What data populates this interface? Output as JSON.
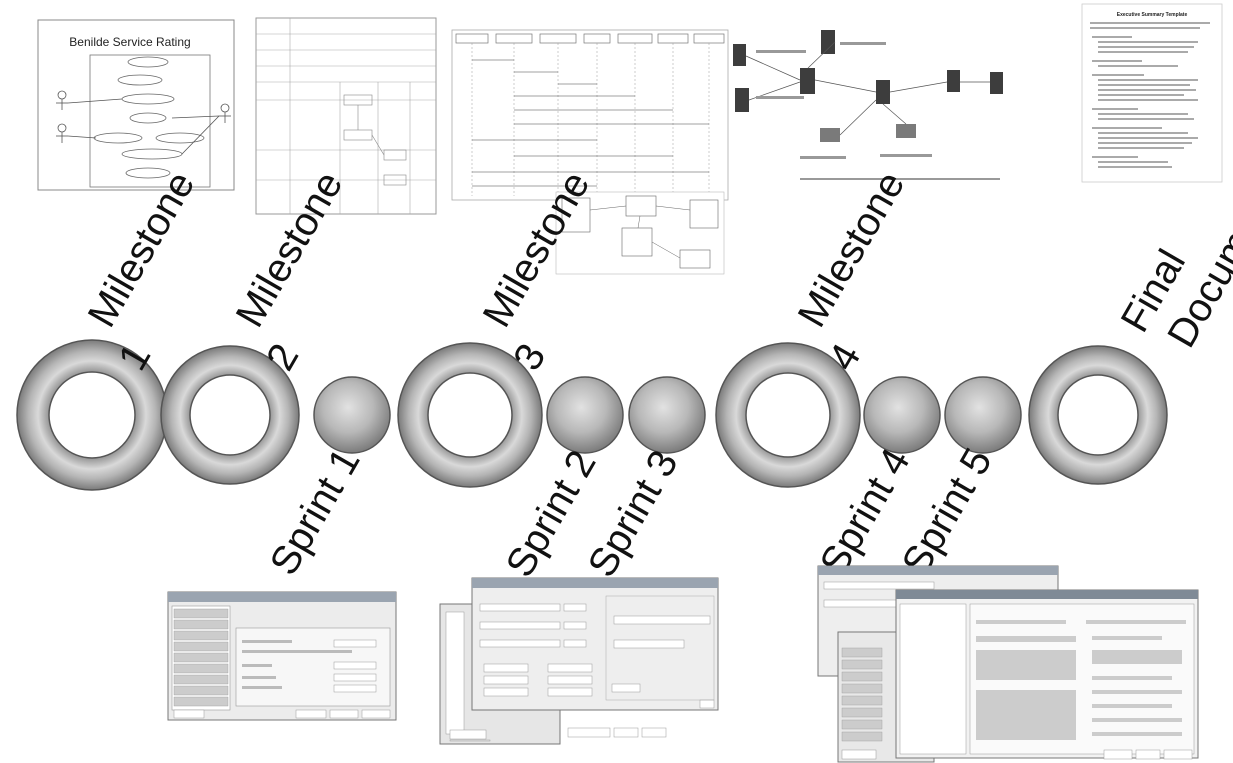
{
  "milestones": [
    {
      "line1": "Milestone",
      "line2": "1"
    },
    {
      "line1": "Milestone",
      "line2": "2"
    },
    {
      "line1": "Milestone",
      "line2": "3"
    },
    {
      "line1": "Milestone",
      "line2": "4"
    },
    {
      "line1": "Final",
      "line2": "Document"
    }
  ],
  "sprints": [
    {
      "label": "Sprint 1"
    },
    {
      "label": "Sprint 2"
    },
    {
      "label": "Sprint 3"
    },
    {
      "label": "Sprint 4"
    },
    {
      "label": "Sprint 5"
    }
  ],
  "thumbnails": {
    "usecase_title": "Benilde Service Rating",
    "exec_summary_title": "Executive Summary Template"
  },
  "colors": {
    "ring": "#a8a8a8",
    "ring_dark": "#6e6e6e",
    "ring_light": "#d8d8d8"
  }
}
